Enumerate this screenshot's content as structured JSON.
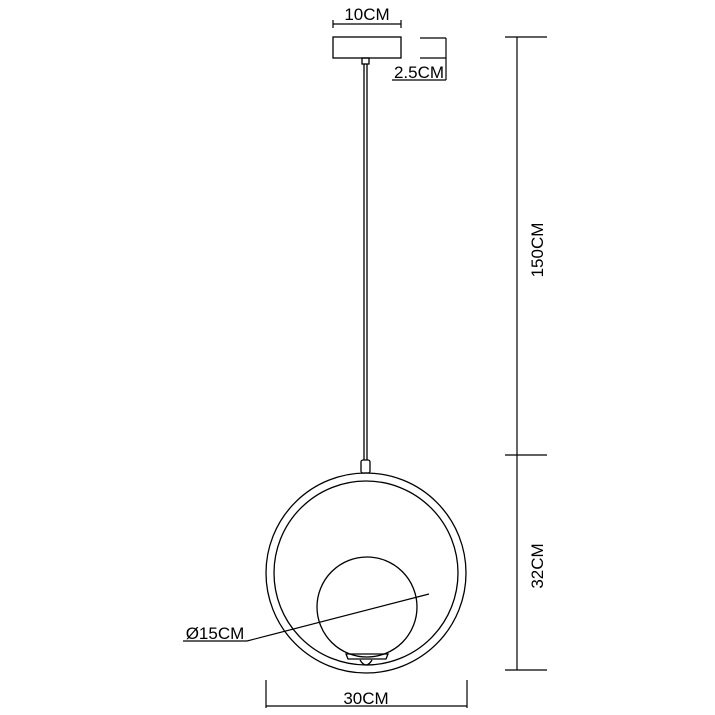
{
  "dimensions": {
    "canopy_width": "10CM",
    "canopy_height": "2.5CM",
    "cable_length": "150CM",
    "fixture_height": "32CM",
    "fixture_width": "30CM",
    "globe_diameter": "Ø15CM"
  },
  "colors": {
    "line": "#000000",
    "background": "#ffffff"
  }
}
